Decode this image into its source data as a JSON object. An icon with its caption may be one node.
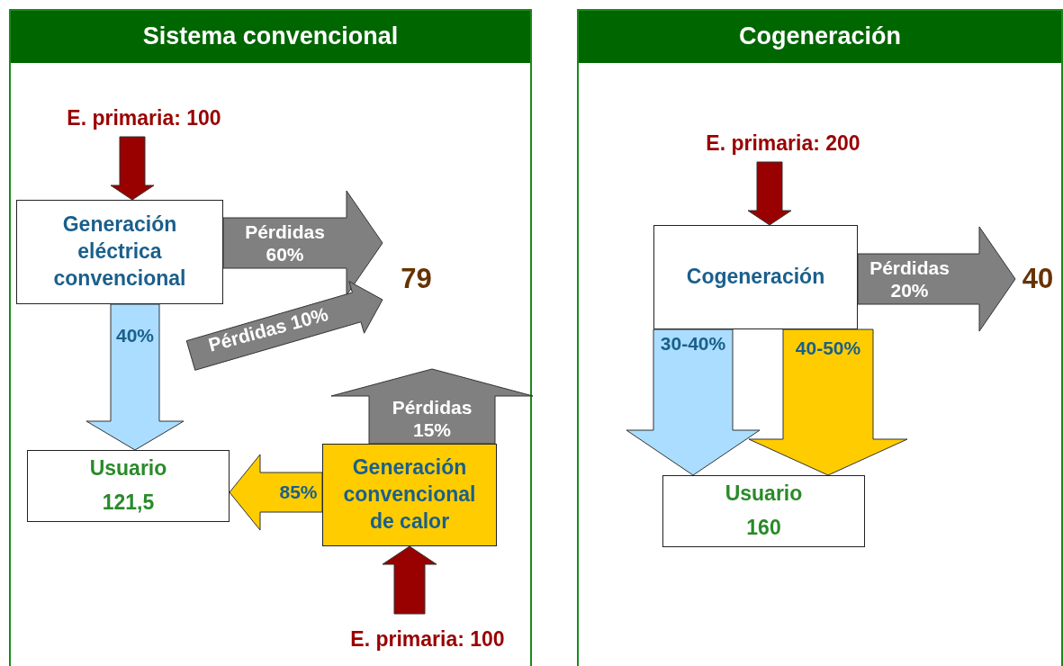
{
  "diagram": {
    "nodes": [
      {
        "text": [
          "Sistema convencional"
        ]
      },
      {
        "text": [
          "E. primaria: 100"
        ],
        "in": 0
      },
      {
        "text": [
          "Generación eléctrica convencional"
        ],
        "in": 0
      },
      {
        "text": [
          "79"
        ],
        "in": 0
      },
      {
        "text": [
          "Usuario 121,5"
        ],
        "in": 0
      },
      {
        "text": [
          "Generación convencional de calor"
        ],
        "in": 0
      },
      {
        "text": [
          "E. primaria: 100"
        ],
        "in": 0
      },
      {
        "text": [
          "Cogeneración"
        ]
      },
      {
        "text": [
          "E. primaria: 200"
        ],
        "in": 7
      },
      {
        "text": [
          "Cogeneración"
        ],
        "in": 7
      },
      {
        "text": [
          "40"
        ],
        "in": 7
      },
      {
        "text": [
          "Usuario 160"
        ],
        "in": 7
      }
    ],
    "edges": [
      {
        "from": 1,
        "to": 2,
        "arrow": "to",
        "style": "thick",
        "color": "#990000"
      },
      {
        "from": 2,
        "to": 3,
        "arrow": "to",
        "style": "thick",
        "color": "#808080",
        "label": "Pérdidas 60%"
      },
      {
        "from": 2,
        "to": 4,
        "arrow": "to",
        "style": "thick",
        "color": "#aaddff",
        "label": "40%"
      },
      {
        "from": null,
        "to": 3,
        "arrow": "to",
        "style": "thick",
        "color": "#808080",
        "label": "Pérdidas 10%"
      },
      {
        "from": 5,
        "to": null,
        "arrow": "to",
        "style": "thick",
        "color": "#808080",
        "label": "Pérdidas 15%"
      },
      {
        "from": 5,
        "to": 4,
        "arrow": "to",
        "style": "thick",
        "color": "#ffcc00",
        "label": "85%"
      },
      {
        "from": 6,
        "to": 5,
        "arrow": "to",
        "style": "thick",
        "color": "#990000"
      },
      {
        "from": 8,
        "to": 9,
        "arrow": "to",
        "style": "thick",
        "color": "#990000"
      },
      {
        "from": 9,
        "to": 10,
        "arrow": "to",
        "style": "thick",
        "color": "#808080",
        "label": "Pérdidas 20%"
      },
      {
        "from": 9,
        "to": 11,
        "arrow": "to",
        "style": "thick",
        "color": "#ffcc00",
        "label": "40-50%"
      },
      {
        "from": 9,
        "to": 11,
        "arrow": "to",
        "style": "thick",
        "color": "#aaddff",
        "label": "30-40%"
      }
    ]
  }
}
